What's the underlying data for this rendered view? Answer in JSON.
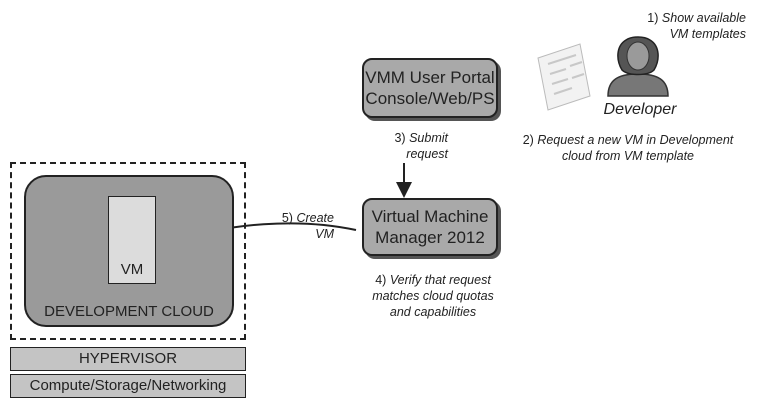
{
  "steps": {
    "step1": {
      "num": "1)",
      "line1": "Show available",
      "line2": "VM templates"
    },
    "step2": {
      "num": "2)",
      "line1": "Request a new VM in Development",
      "line2": "cloud from VM template"
    },
    "step3": {
      "num": "3)",
      "line1": "Submit",
      "line2": "request"
    },
    "step4": {
      "num": "4)",
      "line1": "Verify that request",
      "line2": "matches cloud quotas",
      "line3": "and capabilities"
    },
    "step5": {
      "num": "5)",
      "line1": "Create",
      "line2": "VM"
    }
  },
  "portal": {
    "line1": "VMM User Portal",
    "line2": "Console/Web/PS"
  },
  "vmm": {
    "line1": "Virtual Machine",
    "line2": "Manager 2012"
  },
  "developer": {
    "label": "Developer",
    "icon": "developer-person-icon"
  },
  "template_icon": "template-document-icon",
  "cloud": {
    "label": "DEVELOPMENT CLOUD",
    "vm_label": "VM"
  },
  "hypervisor": {
    "label": "HYPERVISOR"
  },
  "infrastructure": {
    "label": "Compute/Storage/Networking"
  }
}
